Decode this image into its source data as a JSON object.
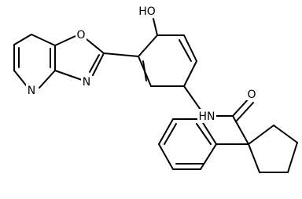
{
  "molecule": {
    "atoms": {
      "hydroxyl": "HO",
      "oxazole_oxygen": "O",
      "oxazole_nitrogen": "N",
      "pyridine_nitrogen": "N",
      "amide_nh": "HN",
      "carbonyl_oxygen": "O"
    }
  },
  "colors": {
    "bond": "#000000",
    "label": "#000000",
    "background": "#ffffff"
  }
}
